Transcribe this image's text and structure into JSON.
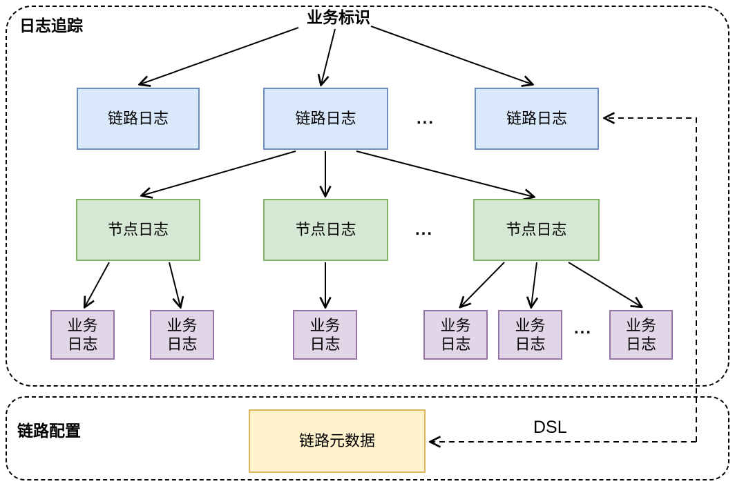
{
  "sections": {
    "tracing": {
      "label": "日志追踪"
    },
    "config": {
      "label": "链路配置"
    }
  },
  "nodes": {
    "root": {
      "label": "业务标识"
    },
    "link_log": {
      "label": "链路日志"
    },
    "node_log": {
      "label": "节点日志"
    },
    "business_log": {
      "line1": "业务",
      "line2": "日志"
    },
    "metadata": {
      "label": "链路元数据"
    }
  },
  "edges": {
    "dsl_label": "DSL"
  },
  "ellipsis": "...",
  "colors": {
    "link_log_fill": "#dae8fc",
    "link_log_border": "#6c8ebf",
    "node_log_fill": "#d5e8d4",
    "node_log_border": "#82b366",
    "business_log_fill": "#e1d5e7",
    "business_log_border": "#9673a6",
    "metadata_fill": "#fff2cc",
    "metadata_border": "#d6b656",
    "line": "#000000",
    "background": "#ffffff"
  }
}
